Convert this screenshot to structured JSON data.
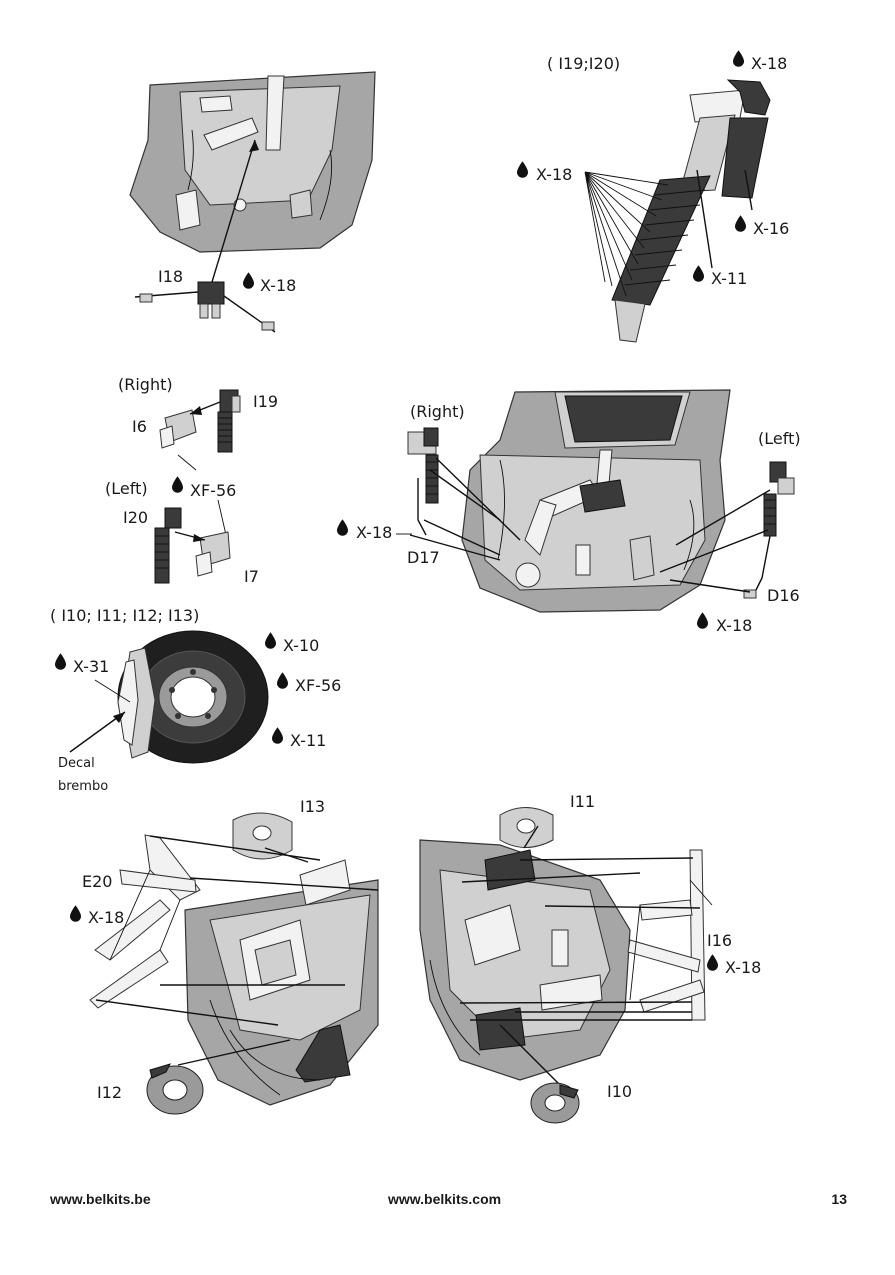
{
  "steps": {
    "i18": {
      "part": "I18",
      "paint": "X-18"
    },
    "i19_i20_detail": {
      "title": "( I19;I20)",
      "paint_top": "X-18",
      "paint_spring": "X-18",
      "paint_reservoir": "X-16",
      "paint_body": "X-11"
    },
    "shock_parts": {
      "right_label": "(Right)",
      "left_label": "(Left)",
      "part_i19": "I19",
      "part_i6": "I6",
      "paint": "XF-56",
      "part_i20": "I20",
      "part_i7": "I7"
    },
    "shock_install": {
      "right_label": "(Right)",
      "left_label": "(Left)",
      "paint_left": "X-18",
      "part_d17": "D17",
      "part_d16": "D16",
      "paint_right": "X-18"
    },
    "brake_disc": {
      "title": "( I10; I11; I12; I13)",
      "paint_caliper": "X-31",
      "paint_disc": "X-10",
      "paint_ring": "XF-56",
      "paint_hub": "X-11",
      "decal_line1": "Decal",
      "decal_line2": "brembo"
    },
    "left_suspension": {
      "part_i13": "I13",
      "part_e20": "E20",
      "paint": "X-18",
      "part_i12": "I12"
    },
    "right_suspension": {
      "part_i11": "I11",
      "part_i16": "I16",
      "paint": "X-18",
      "part_i10": "I10"
    }
  },
  "footer": {
    "left": "www.belkits.be",
    "center": "www.belkits.com",
    "page_number": "13"
  }
}
